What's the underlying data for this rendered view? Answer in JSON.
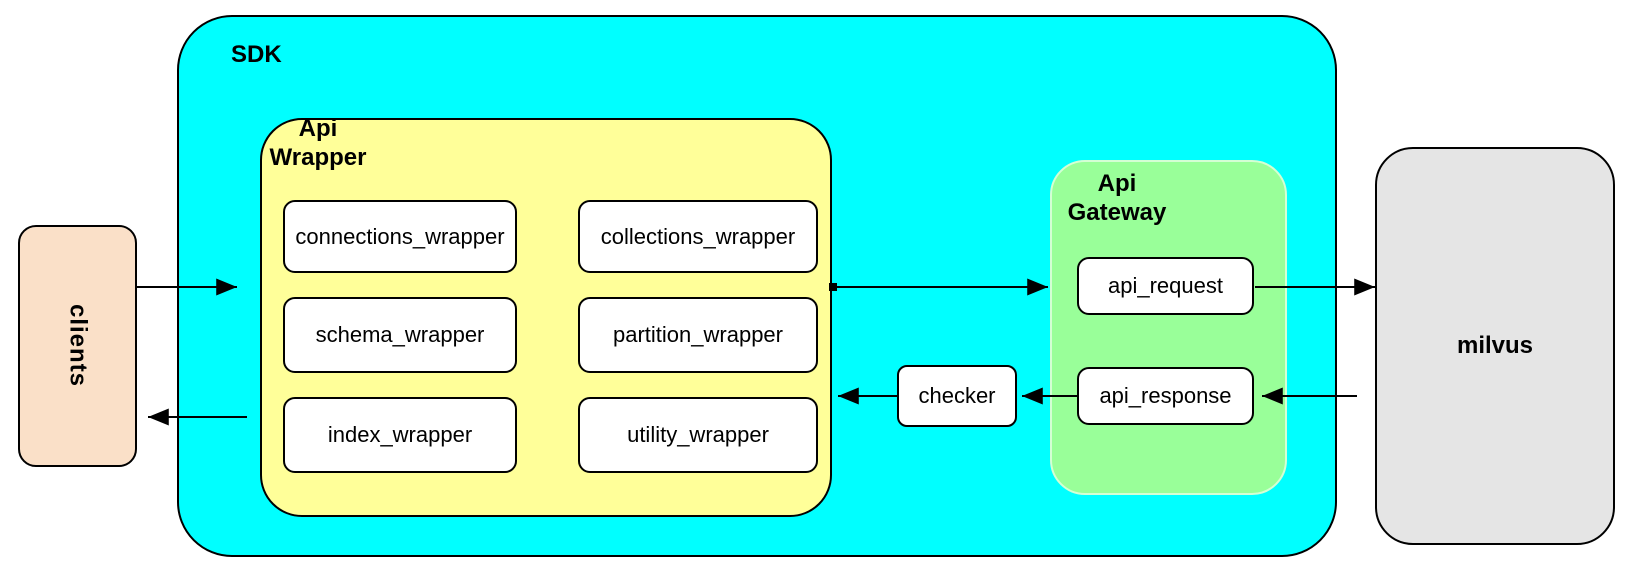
{
  "colors": {
    "background": "#ffffff",
    "sdk_fill": "#00ffff",
    "api_wrapper_fill": "#ffff99",
    "api_gateway_fill": "#99ff99",
    "clients_fill": "#fae0c8",
    "milvus_fill": "#e5e5e5",
    "node_fill": "#ffffff",
    "stroke": "#000000"
  },
  "nodes": {
    "clients": {
      "label": "clients"
    },
    "sdk": {
      "label": "SDK"
    },
    "api_wrapper": {
      "label": "Api\nWrapper",
      "children": [
        "connections_wrapper",
        "collections_wrapper",
        "schema_wrapper",
        "partition_wrapper",
        "index_wrapper",
        "utility_wrapper"
      ]
    },
    "checker": {
      "label": "checker"
    },
    "api_gateway": {
      "label": "Api\nGateway",
      "children": [
        "api_request",
        "api_response"
      ]
    },
    "milvus": {
      "label": "milvus"
    }
  },
  "edges": [
    "clients to api-wrapper",
    "sdk to clients",
    "api-wrapper to api-gateway",
    "api_request to milvus",
    "milvus to api_response",
    "api_response to checker",
    "checker to api-wrapper"
  ]
}
